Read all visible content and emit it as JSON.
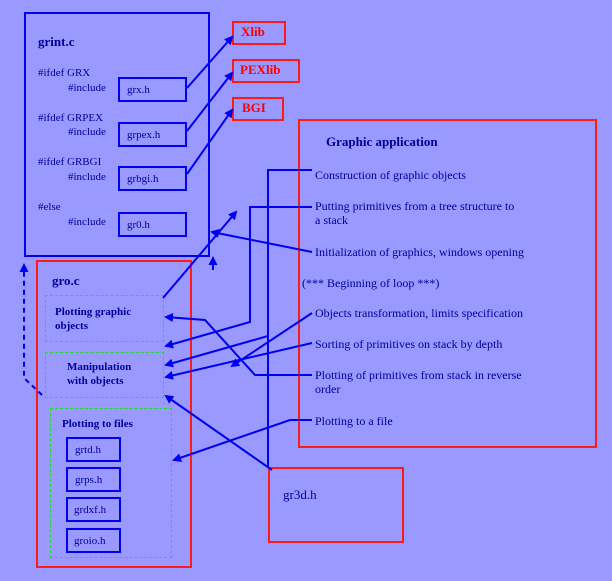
{
  "grint": {
    "title": "grint.c",
    "ifdef_grx": "#ifdef GRX",
    "ifdef_grpex": "#ifdef GRPEX",
    "ifdef_grbgi": "#ifdef GRBGI",
    "else": "#else",
    "include": "#include",
    "files": [
      "grx.h",
      "grpex.h",
      "grbgi.h",
      "gr0.h"
    ]
  },
  "libs": [
    "Xlib",
    "PEXlib",
    "BGI"
  ],
  "gro": {
    "title": "gro.c",
    "plotting_graphic_objects": "Plotting graphic\nobjects",
    "manipulation": "Manipulation\nwith objects",
    "plotting_to_files": "Plotting to files",
    "files": [
      "grtd.h",
      "grps.h",
      "grdxf.h",
      "groio.h"
    ]
  },
  "app": {
    "title": "Graphic application",
    "items": [
      "Construction of graphic objects",
      "Putting primitives from a tree structure to\na stack",
      "Initialization of graphics, windows opening",
      "(*** Beginning of loop ***)",
      "Objects transformation, limits specification",
      "Sorting of primitives on stack by depth",
      "Plotting of primitives from stack in reverse\norder",
      "Plotting to a file"
    ]
  },
  "gr3d": {
    "title": "gr3d.h"
  },
  "colors": {
    "background": "#9999ff",
    "blue": "#0000ee",
    "red": "#ff1a1a",
    "green": "#22dd22",
    "text": "#000099"
  }
}
